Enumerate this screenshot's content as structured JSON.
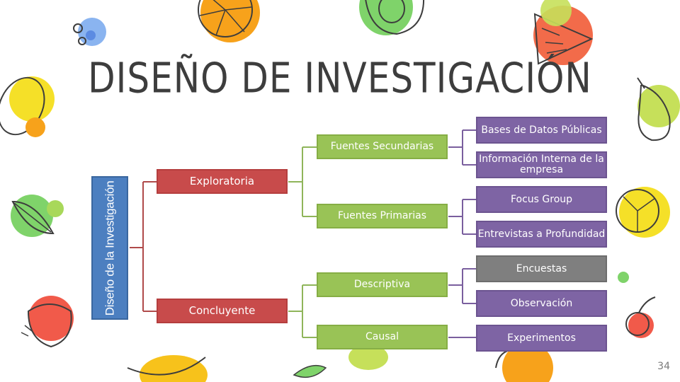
{
  "title": "DISEÑO DE INVESTIGACIÓN",
  "page_number": "34",
  "diagram": {
    "root": "Diseño de la Investigación",
    "branches": [
      {
        "label": "Exploratoria",
        "children": [
          {
            "label": "Fuentes Secundarias",
            "children": [
              "Bases de Datos Públicas",
              "Información Interna de la empresa"
            ]
          },
          {
            "label": "Fuentes Primarias",
            "children": [
              "Focus Group",
              "Entrevistas a Profundidad"
            ]
          }
        ]
      },
      {
        "label": "Concluyente",
        "children": [
          {
            "label": "Descriptiva",
            "children": [
              "Encuestas",
              "Observación"
            ]
          },
          {
            "label": "Causal",
            "children": [
              "Experimentos"
            ]
          }
        ]
      }
    ]
  },
  "colors": {
    "root": "#4c7fc0",
    "level1": "#c84b4b",
    "level2": "#99c356",
    "level3": "#7e64a4",
    "level3_highlight": "#7f7f7f",
    "connector_red": "#b04a4a",
    "connector_green": "#8fb55a",
    "connector_purple": "#7a5f9e"
  },
  "decorations": [
    "orange-slice",
    "avocado",
    "watermelon",
    "blueberries",
    "lemon",
    "pear",
    "leaf",
    "citrus-slice",
    "strawberry",
    "cherry",
    "banana",
    "pear-bottom",
    "apple"
  ]
}
